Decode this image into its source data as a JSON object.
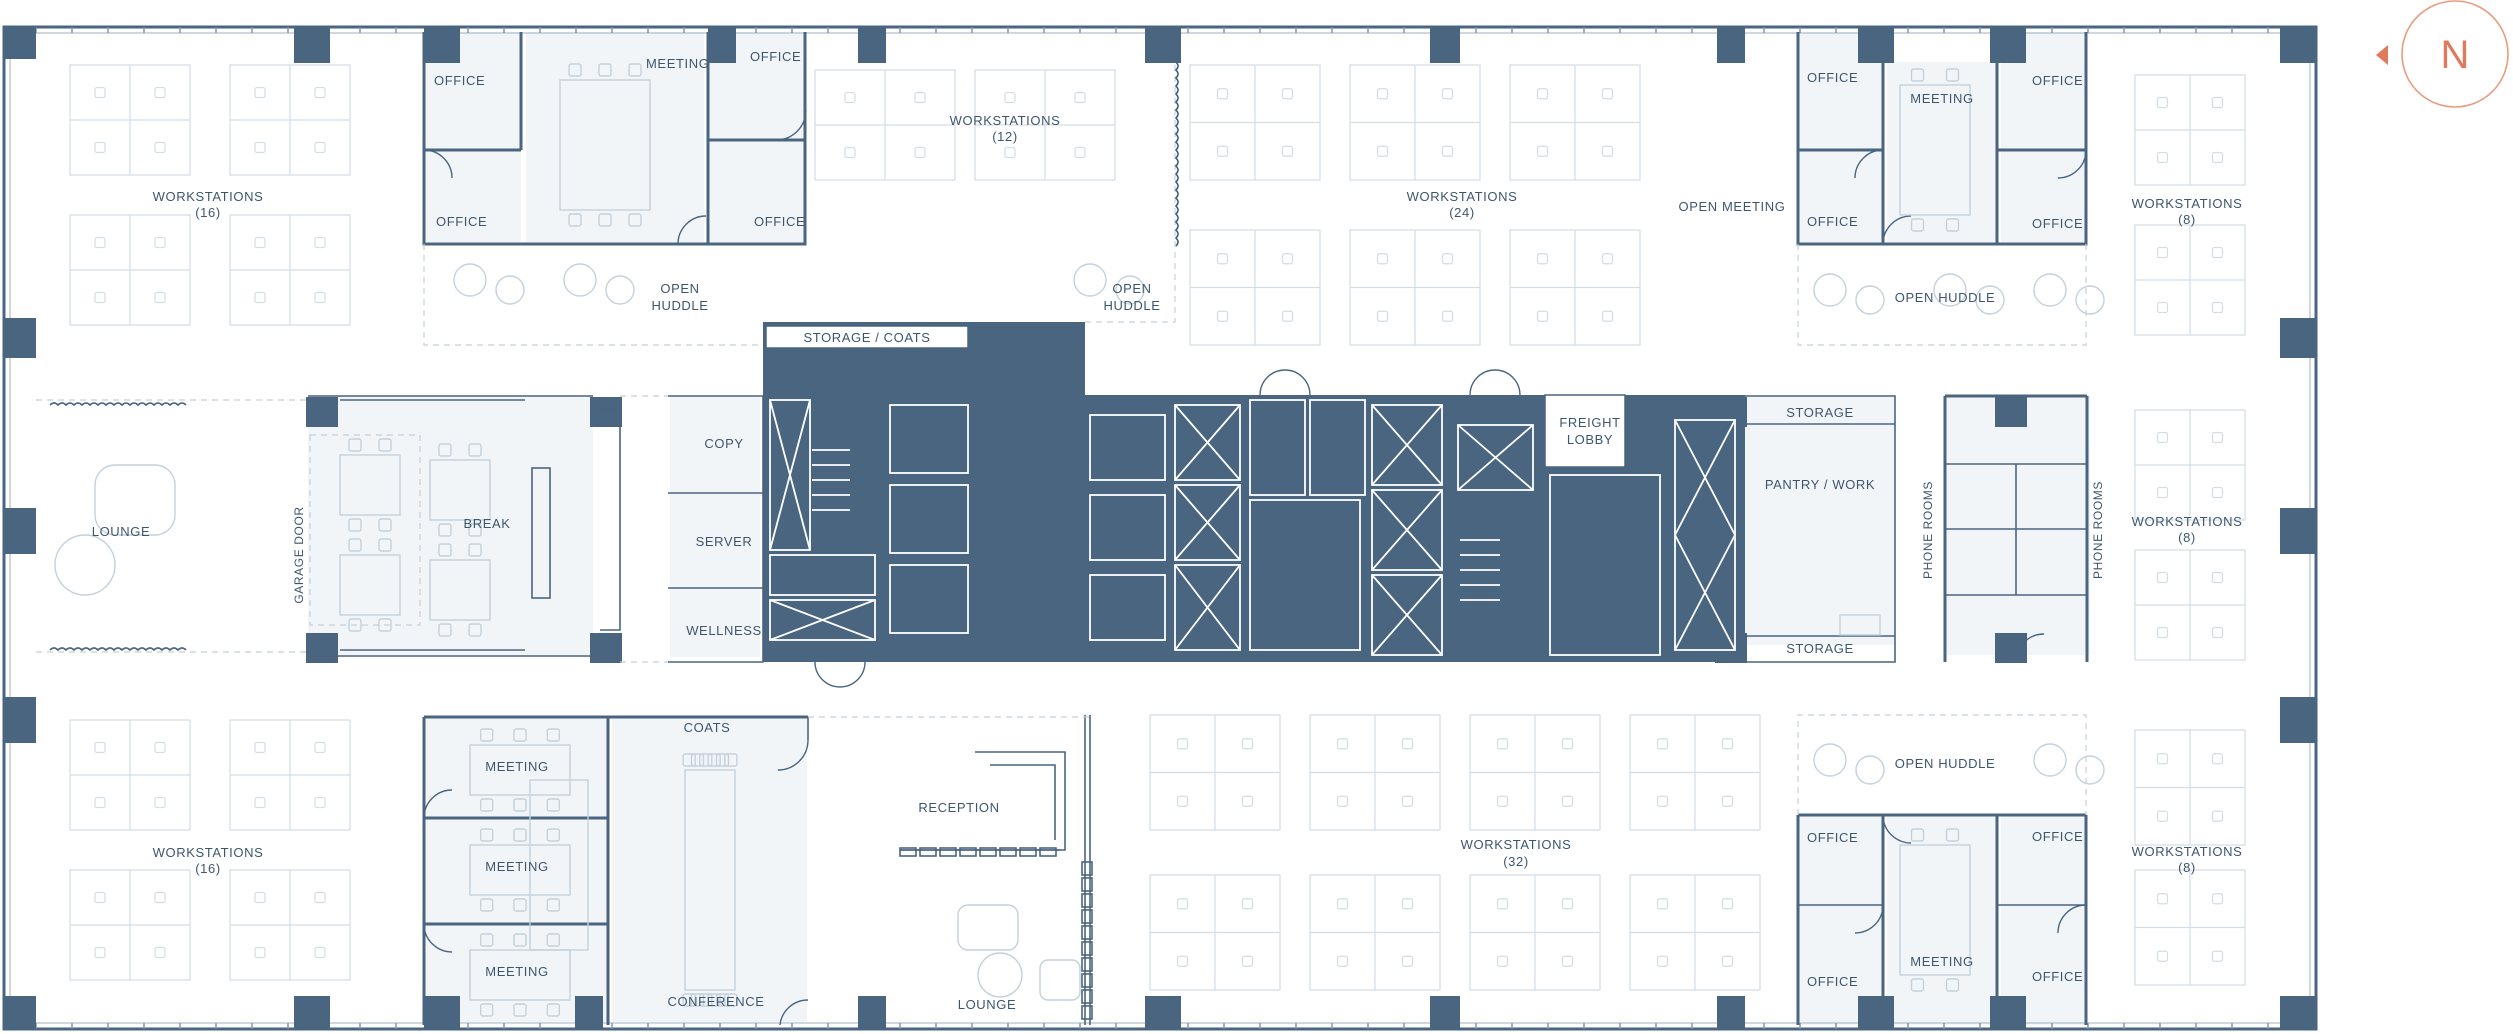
{
  "compass": {
    "letter": "N",
    "color": "#e07a5f"
  },
  "colors": {
    "core": "#4a6580",
    "label": "#3d566f",
    "tint": "#f2f5f8",
    "furniture": "#d2dde6"
  },
  "rooms": {
    "office_nw_1": "OFFICE",
    "meeting_n": "MEETING",
    "office_n_2": "OFFICE",
    "office_nw_3": "OFFICE",
    "office_n_4": "OFFICE",
    "ws_nw": "WORKSTATIONS",
    "ws_nw_count": "(16)",
    "ws_n_mid": "WORKSTATIONS",
    "ws_n_mid_count": "(12)",
    "ws_n_center": "WORKSTATIONS",
    "ws_n_center_count": "(24)",
    "open_meeting": "OPEN MEETING",
    "office_ne_1": "OFFICE",
    "meeting_ne": "MEETING",
    "office_ne_2": "OFFICE",
    "office_ne_3": "OFFICE",
    "office_ne_4": "OFFICE",
    "ws_ne": "WORKSTATIONS",
    "ws_ne_count": "(8)",
    "open_huddle_1": "OPEN",
    "open_huddle_1b": "HUDDLE",
    "open_huddle_2": "OPEN",
    "open_huddle_2b": "HUDDLE",
    "open_huddle_ne": "OPEN HUDDLE",
    "storage_coats": "STORAGE / COATS",
    "lounge_w": "LOUNGE",
    "garage_door": "GARAGE DOOR",
    "break": "BREAK",
    "copy": "COPY",
    "server": "SERVER",
    "wellness": "WELLNESS",
    "freight_lobby_1": "FREIGHT",
    "freight_lobby_2": "LOBBY",
    "storage_e1": "STORAGE",
    "pantry": "PANTRY / WORK",
    "storage_e2": "STORAGE",
    "phone_rooms_1": "PHONE ROOMS",
    "phone_rooms_2": "PHONE ROOMS",
    "ws_e": "WORKSTATIONS",
    "ws_e_count": "(8)",
    "ws_sw": "WORKSTATIONS",
    "ws_sw_count": "(16)",
    "meeting_s1": "MEETING",
    "meeting_s2": "MEETING",
    "meeting_s3": "MEETING",
    "coats": "COATS",
    "conference": "CONFERENCE",
    "reception": "RECEPTION",
    "lounge_s": "LOUNGE",
    "ws_s_center": "WORKSTATIONS",
    "ws_s_center_count": "(32)",
    "open_huddle_se": "OPEN HUDDLE",
    "office_se_1": "OFFICE",
    "office_se_2": "OFFICE",
    "office_se_3": "OFFICE",
    "office_se_4": "OFFICE",
    "meeting_se": "MEETING",
    "ws_se": "WORKSTATIONS",
    "ws_se_count": "(8)"
  }
}
